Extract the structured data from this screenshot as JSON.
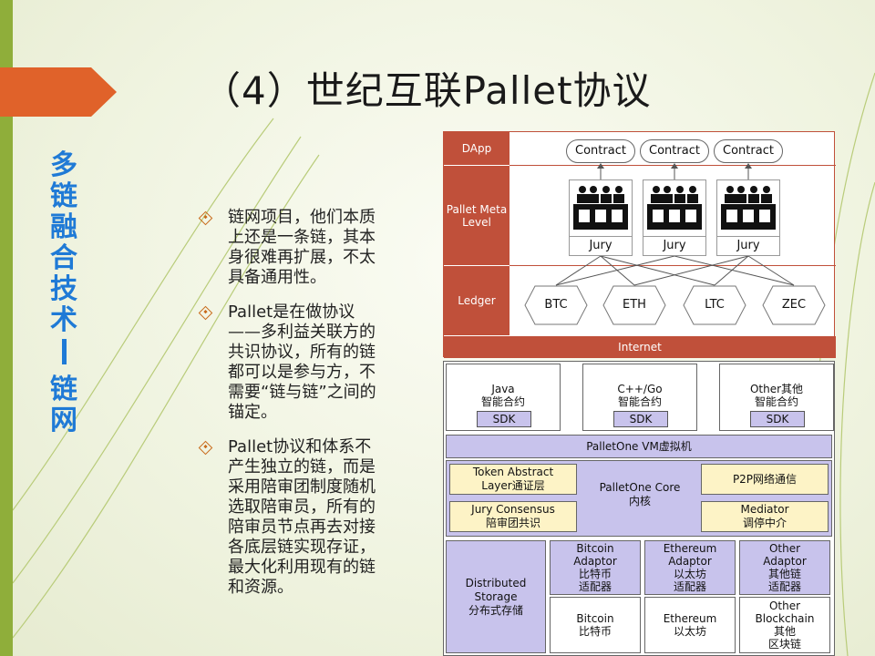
{
  "slide": {
    "title": "（4）世纪互联Pallet协议",
    "side_label_part1": "多链融合技术",
    "side_label_part2": "链网"
  },
  "bullets": [
    "链网项目，他们本质上还是一条链，其本身很难再扩展，不太具备通用性。",
    "Pallet是在做协议——多利益关联方的共识协议，所有的链都可以是参与方，不需要“链与链”之间的锚定。",
    "Pallet协议和体系不产生独立的链，而是采用陪审团制度随机选取陪审员，所有的陪审员节点再去对接各底层链实现存证，最大化利用现有的链和资源。"
  ],
  "diagram": {
    "rows": {
      "dapp": "DApp",
      "meta": "Pallet Meta Level",
      "ledger": "Ledger",
      "internet": "Internet"
    },
    "contracts": [
      "Contract",
      "Contract",
      "Contract"
    ],
    "juries": [
      "Jury",
      "Jury",
      "Jury"
    ],
    "ledgers": [
      "BTC",
      "ETH",
      "LTC",
      "ZEC"
    ],
    "languages": [
      {
        "name": "Java",
        "sub": "智能合约",
        "sdk": "SDK"
      },
      {
        "name": "C++/Go",
        "sub": "智能合约",
        "sdk": "SDK"
      },
      {
        "name": "Other其他",
        "sub": "智能合约",
        "sdk": "SDK"
      }
    ],
    "vm": "PalletOne VM虚拟机",
    "core": {
      "name": "PalletOne Core",
      "sub": "内核"
    },
    "core_modules": {
      "token": {
        "name": "Token Abstract",
        "sub": "Layer通证层"
      },
      "jury": {
        "name": "Jury Consensus",
        "sub": "陪审团共识"
      },
      "p2p": {
        "name": "P2P网络通信"
      },
      "mediator": {
        "name": "Mediator",
        "sub": "调停中介"
      }
    },
    "storage": {
      "name": "Distributed Storage",
      "sub": "分布式存储"
    },
    "adaptors": [
      {
        "name": "Bitcoin",
        "name2": "Adaptor",
        "sub": "比特币",
        "sub2": "适配器",
        "chain": "Bitcoin",
        "chain2": "",
        "chain_sub": "比特币",
        "chain_sub2": ""
      },
      {
        "name": "Ethereum",
        "name2": "Adaptor",
        "sub": "以太坊",
        "sub2": "适配器",
        "chain": "Ethereum",
        "chain2": "",
        "chain_sub": "以太坊",
        "chain_sub2": ""
      },
      {
        "name": "Other",
        "name2": "Adaptor",
        "sub": "其他链",
        "sub2": "适配器",
        "chain": "Other",
        "chain2": "Blockchain",
        "chain_sub": "其他",
        "chain_sub2": "区块链"
      }
    ]
  },
  "colors": {
    "accent_green": "#8fae3a",
    "accent_orange": "#e0622a",
    "ledger_red": "#c0503a",
    "module_purple": "#c8c3ec",
    "module_yellow": "#fdf3c6",
    "side_blue": "#1f7ad6"
  }
}
